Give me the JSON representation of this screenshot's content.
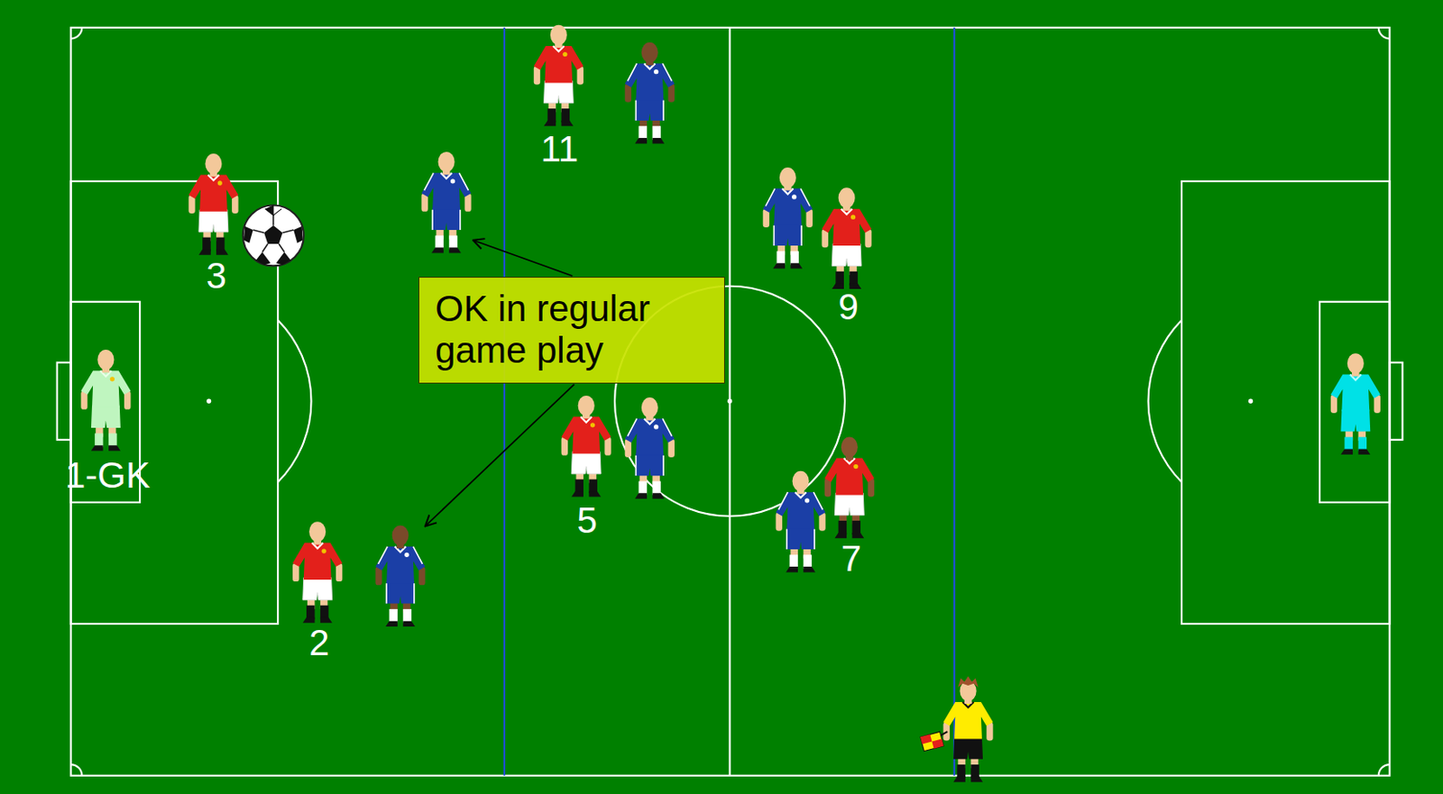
{
  "diagram": {
    "nodes": [
      {
        "text": [
          "OK in regular game play"
        ]
      }
    ],
    "labels": [
      "11",
      "3",
      "9",
      "5",
      "7",
      "2",
      "1-GK"
    ]
  }
}
